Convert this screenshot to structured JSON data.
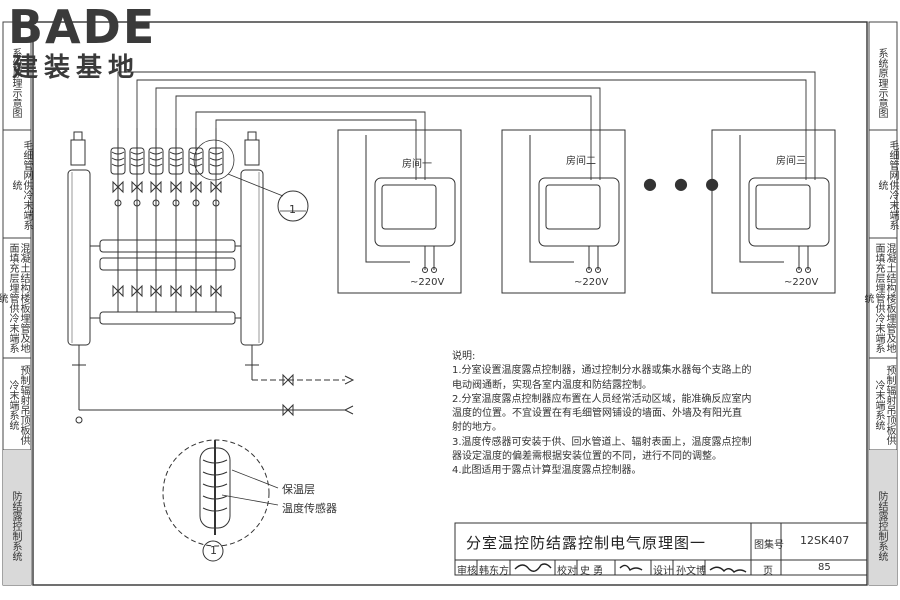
{
  "logo": {
    "latin": "BADE",
    "cjk": "建装基地"
  },
  "side_tabs": {
    "right": [
      "系统原理示意图",
      "毛细管网供冷末端系统",
      "混凝土结构楼板埋管及地面填充层埋管供冷末端系统",
      "预制辐射吊顶板供冷末端系统",
      "防结露控制系统"
    ],
    "left": [
      "系统原理示意图",
      "毛细管网供冷末端系统",
      "混凝土结构楼板埋管及地面填充层埋管供冷末端系统",
      "预制辐射吊顶板供冷末端系统",
      "防结露控制系统"
    ]
  },
  "rooms": [
    {
      "label": "房间一",
      "voltage": "~220V"
    },
    {
      "label": "房间二",
      "voltage": "~220V"
    },
    {
      "label": "房间三",
      "voltage": "~220V"
    }
  ],
  "ellipsis": "● ● ●",
  "detail_ref": "1",
  "detail_labels": {
    "insulation": "保温层",
    "sensor": "温度传感器"
  },
  "notes": {
    "heading": "说明:",
    "lines": [
      "1.分室设置温度露点控制器，通过控制分水器或集水器每个支路上的",
      "   电动阀通断，实现各室内温度和防结露控制。",
      "2.分室温度露点控制器应布置在人员经常活动区域，能准确反应室内",
      "   温度的位置。不宜设置在有毛细管网铺设的墙面、外墙及有阳光直",
      "   射的地方。",
      "3.温度传感器可安装于供、回水管道上、辐射表面上，温度露点控制",
      "   器设定温度的偏差需根据安装位置的不同，进行不同的调整。",
      "4.此图适用于露点计算型温度露点控制器。"
    ]
  },
  "title_block": {
    "title": "分室温控防结露控制电气原理图一",
    "atlas_label": "图集号",
    "atlas_no": "12SK407",
    "review_label": "审核",
    "reviewer": "韩东方",
    "check_label": "校对",
    "checker": "史  勇",
    "design_label": "设计",
    "designer": "孙文博",
    "page_label": "页",
    "page_no": "85"
  }
}
